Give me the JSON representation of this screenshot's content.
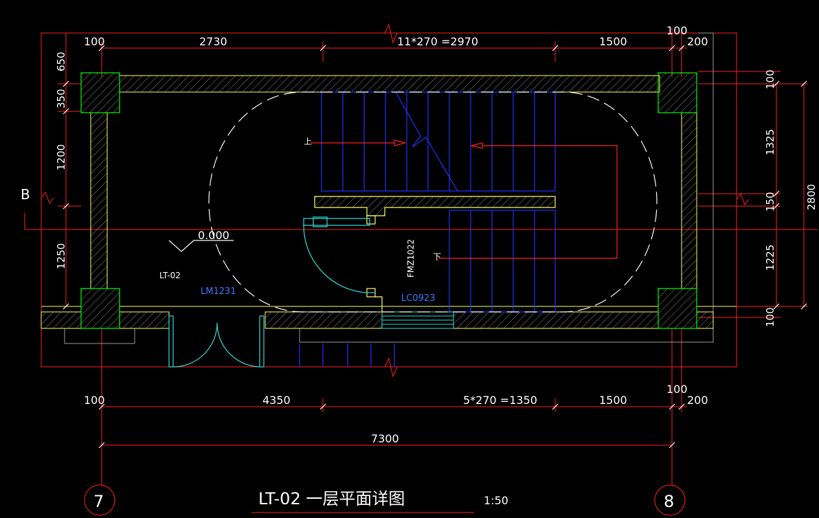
{
  "drawing": {
    "title": "LT-02 一层平面详图",
    "scale": "1:50",
    "axes": {
      "left": "7",
      "right": "8"
    },
    "section_mark": "B"
  },
  "dimensions": {
    "top": [
      "100",
      "2730",
      "11*270 =2970",
      "1500",
      "100",
      "200"
    ],
    "bottom": [
      "100",
      "4350",
      "5*270 =1350",
      "1500",
      "100",
      "200"
    ],
    "overall": "7300",
    "left": [
      "650",
      "350",
      "1200",
      "1250"
    ],
    "right": [
      "100",
      "1325",
      "150",
      "1225",
      "100"
    ],
    "right_total": "2800"
  },
  "labels": {
    "elevation": "0.000",
    "stair_id": "LT-02",
    "door_main": "LM1231",
    "window": "LC0923",
    "fire_door": "FMZ1022",
    "up": "上",
    "down": "下"
  },
  "colors": {
    "background": "#000000",
    "wall": "#ffff66",
    "column": "#00ff00",
    "stair": "#2233ff",
    "dimension": "#ff2020",
    "door": "#33dddd",
    "text": "#ffffff",
    "tag": "#3a78ff"
  }
}
